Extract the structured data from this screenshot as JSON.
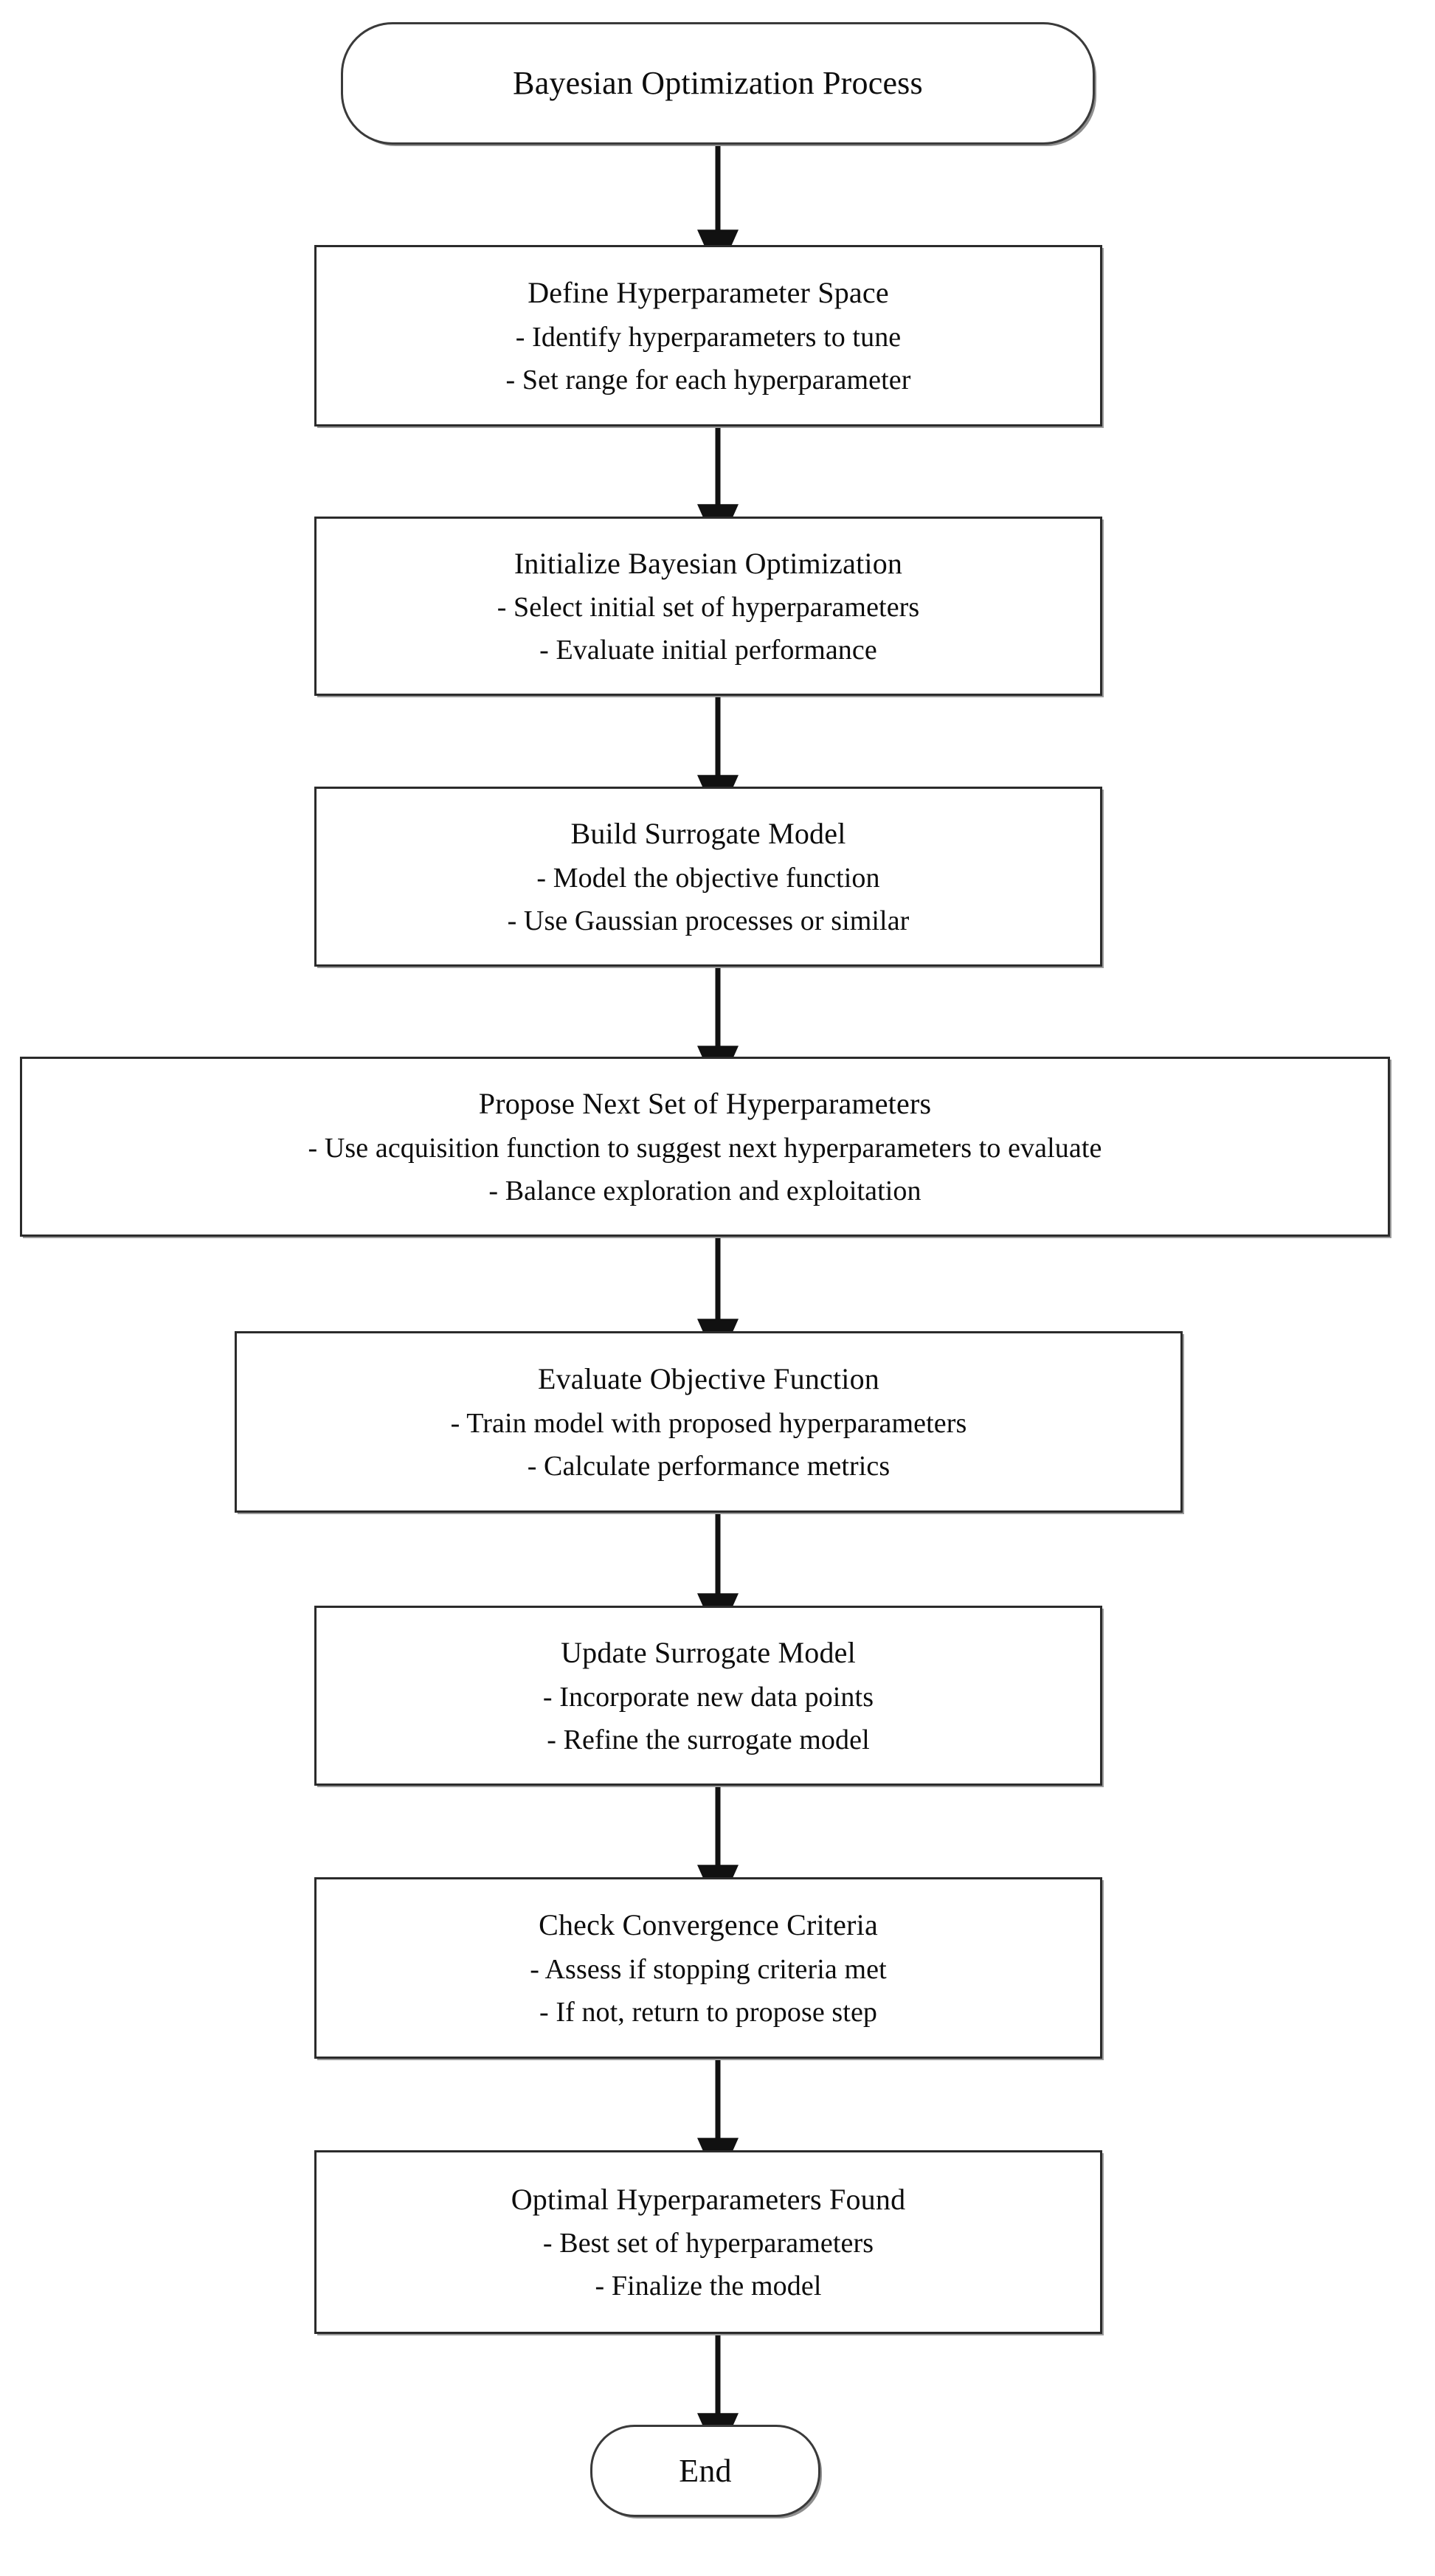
{
  "diagram": {
    "title": "Bayesian Optimization Process",
    "type": "flowchart",
    "orientation": "top-to-bottom",
    "node_count": 10,
    "connector_count": 9
  },
  "nodes": [
    {
      "id": "start",
      "shape": "stadium",
      "title": "Bayesian Optimization Process",
      "bullets": []
    },
    {
      "id": "define-space",
      "shape": "rectangle",
      "title": "Define Hyperparameter Space",
      "bullets": [
        "- Identify hyperparameters to tune",
        "- Set range for each hyperparameter"
      ]
    },
    {
      "id": "initialize",
      "shape": "rectangle",
      "title": "Initialize Bayesian Optimization",
      "bullets": [
        "- Select initial set of hyperparameters",
        "- Evaluate initial performance"
      ]
    },
    {
      "id": "build-surrogate",
      "shape": "rectangle",
      "title": "Build Surrogate Model",
      "bullets": [
        "- Model the objective function",
        "- Use Gaussian processes or similar"
      ]
    },
    {
      "id": "propose-next",
      "shape": "rectangle",
      "title": "Propose Next Set of Hyperparameters",
      "bullets": [
        "- Use acquisition function to suggest next hyperparameters to evaluate",
        "- Balance exploration and exploitation"
      ]
    },
    {
      "id": "evaluate-objective",
      "shape": "rectangle",
      "title": "Evaluate Objective Function",
      "bullets": [
        "- Train model with proposed hyperparameters",
        "- Calculate performance metrics"
      ]
    },
    {
      "id": "update-surrogate",
      "shape": "rectangle",
      "title": "Update Surrogate Model",
      "bullets": [
        "- Incorporate new data points",
        "- Refine the surrogate model"
      ]
    },
    {
      "id": "check-convergence",
      "shape": "rectangle",
      "title": "Check Convergence Criteria",
      "bullets": [
        "- Assess if stopping criteria met",
        "- If not, return to propose step"
      ]
    },
    {
      "id": "optimal-found",
      "shape": "rectangle",
      "title": "Optimal Hyperparameters Found",
      "bullets": [
        "- Best set of hyperparameters",
        "- Finalize the model"
      ]
    },
    {
      "id": "end",
      "shape": "stadium",
      "title": "End",
      "bullets": []
    }
  ],
  "colors": {
    "background": "#ffffff",
    "border": "#2b2b2b",
    "shadow": "#9a9a9a",
    "text": "#0d0d0d",
    "connector": "#111111"
  }
}
